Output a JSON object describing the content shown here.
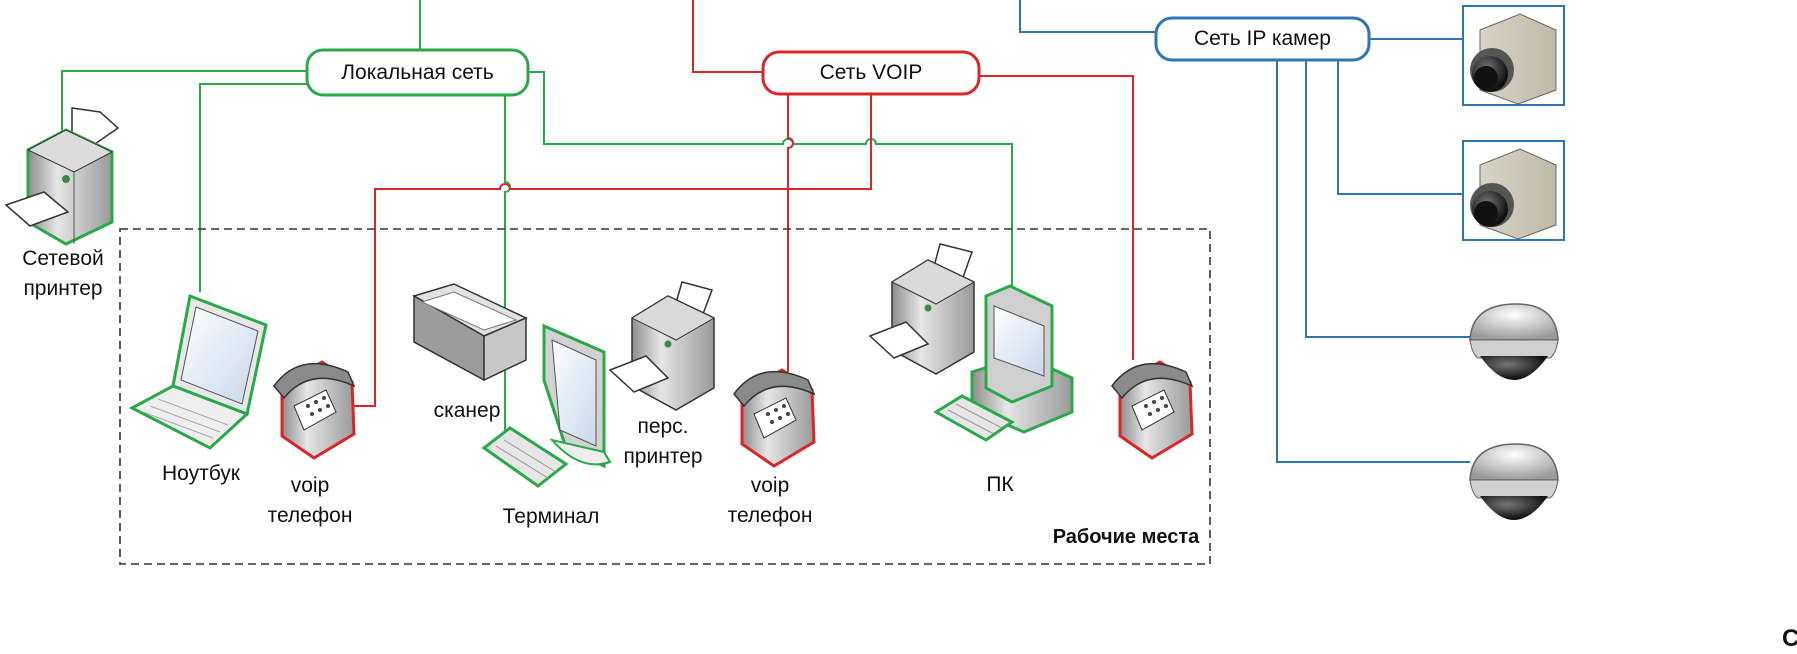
{
  "networks": {
    "lan": "Локальная сеть",
    "voip": "Сеть VOIP",
    "ipcam": "Сеть IP камер"
  },
  "devices": {
    "net_printer": [
      "Сетевой",
      "принтер"
    ],
    "notebook": "Ноутбук",
    "voip_phone_1": [
      "voip",
      "телефон"
    ],
    "scanner": "сканер",
    "terminal": "Терминал",
    "pers_printer": [
      "перс.",
      "принтер"
    ],
    "voip_phone_2": [
      "voip",
      "телефон"
    ],
    "pc": "ПК"
  },
  "workplaces": "Рабочие места",
  "cut_text": "С",
  "colors": {
    "lan": "#2aa84a",
    "voip": "#d9262b",
    "ipcam": "#2f74b5",
    "border": "#333333"
  }
}
